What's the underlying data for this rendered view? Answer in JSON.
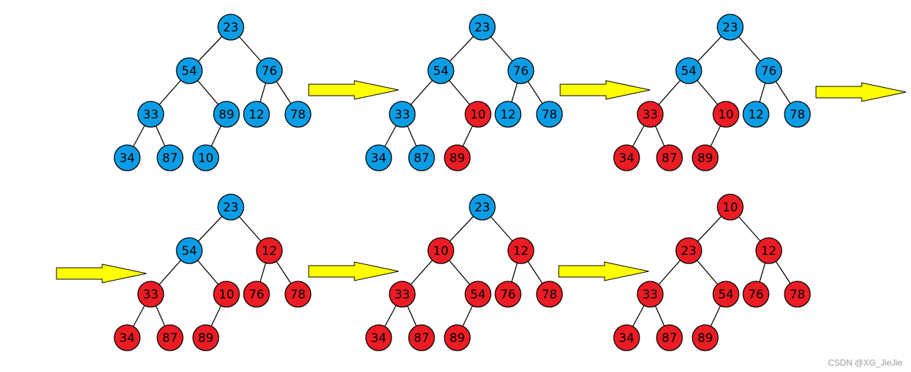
{
  "colors": {
    "blue": "#0a9de6",
    "red": "#ec1c24",
    "arrow_fill": "#ffff00",
    "stroke": "#000000"
  },
  "trees": [
    {
      "step": 1,
      "values": [
        "23",
        "54",
        "76",
        "33",
        "89",
        "12",
        "78",
        "34",
        "87",
        "10"
      ],
      "colors": [
        "blue",
        "blue",
        "blue",
        "blue",
        "blue",
        "blue",
        "blue",
        "blue",
        "blue",
        "blue"
      ]
    },
    {
      "step": 2,
      "values": [
        "23",
        "54",
        "76",
        "33",
        "10",
        "12",
        "78",
        "34",
        "87",
        "89"
      ],
      "colors": [
        "blue",
        "blue",
        "blue",
        "blue",
        "red",
        "blue",
        "blue",
        "blue",
        "blue",
        "red"
      ]
    },
    {
      "step": 3,
      "values": [
        "23",
        "54",
        "76",
        "33",
        "10",
        "12",
        "78",
        "34",
        "87",
        "89"
      ],
      "colors": [
        "blue",
        "blue",
        "blue",
        "red",
        "red",
        "blue",
        "blue",
        "red",
        "red",
        "red"
      ]
    },
    {
      "step": 4,
      "values": [
        "23",
        "54",
        "12",
        "33",
        "10",
        "76",
        "78",
        "34",
        "87",
        "89"
      ],
      "colors": [
        "blue",
        "blue",
        "red",
        "red",
        "red",
        "red",
        "red",
        "red",
        "red",
        "red"
      ]
    },
    {
      "step": 5,
      "values": [
        "23",
        "10",
        "12",
        "33",
        "54",
        "76",
        "78",
        "34",
        "87",
        "89"
      ],
      "colors": [
        "blue",
        "red",
        "red",
        "red",
        "red",
        "red",
        "red",
        "red",
        "red",
        "red"
      ]
    },
    {
      "step": 6,
      "values": [
        "10",
        "23",
        "12",
        "33",
        "54",
        "76",
        "78",
        "34",
        "87",
        "89"
      ],
      "colors": [
        "red",
        "red",
        "red",
        "red",
        "red",
        "red",
        "red",
        "red",
        "red",
        "red"
      ]
    }
  ],
  "arrows": [
    {
      "from_step": 1,
      "to_step": 2
    },
    {
      "from_step": 2,
      "to_step": 3
    },
    {
      "from_step": 3,
      "to_step": 4
    },
    {
      "from_step": 3,
      "to_step": 4
    },
    {
      "from_step": 4,
      "to_step": 5
    },
    {
      "from_step": 5,
      "to_step": 6
    }
  ],
  "watermark": "CSDN @XG_JieJie"
}
